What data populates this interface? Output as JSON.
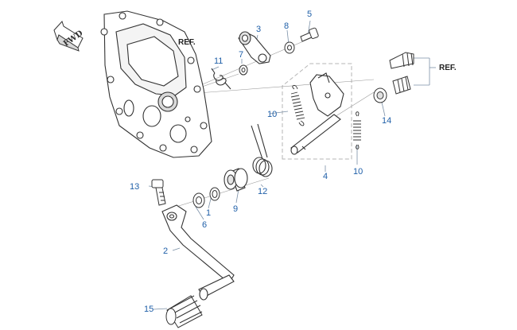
{
  "diagram": {
    "direction_marker": "FWD",
    "reference_labels": [
      "REF.",
      "REF."
    ],
    "callouts": [
      "1",
      "2",
      "3",
      "4",
      "5",
      "6",
      "7",
      "8",
      "9",
      "10",
      "10",
      "11",
      "12",
      "13",
      "14",
      "15"
    ],
    "colors": {
      "callout": "#1f5fa8",
      "line": "#333333",
      "leader": "#7a8fa6",
      "dashed_box": "#b5b5b5"
    }
  }
}
